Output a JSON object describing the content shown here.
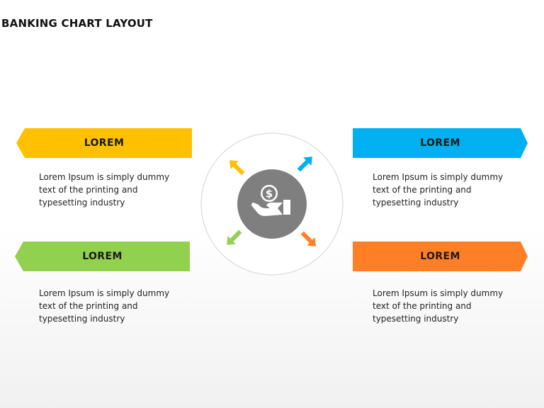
{
  "title": "BANKING CHART LAYOUT",
  "items": [
    {
      "label": "LOREM",
      "color": "#FFC000",
      "text": [
        "Lorem Ipsum is simply dummy",
        "text of the printing and",
        "typesetting industry"
      ]
    },
    {
      "label": "LOREM",
      "color": "#92D050",
      "text": [
        "Lorem Ipsum is simply dummy",
        "text of the printing and",
        "typesetting industry"
      ]
    },
    {
      "label": "LOREM",
      "color": "#00B0F0",
      "text": [
        "Lorem Ipsum is simply dummy",
        "text of the printing and",
        "typesetting industry"
      ]
    },
    {
      "label": "LOREM",
      "color": "#FF7F27",
      "text": [
        "Lorem Ipsum is simply dummy",
        "text of the printing and",
        "typesetting industry"
      ]
    }
  ],
  "center": {
    "icon": "hand-holding-dollar-icon",
    "icon_color": "#7F7F7F",
    "ring_color": "#D9D9D9"
  }
}
